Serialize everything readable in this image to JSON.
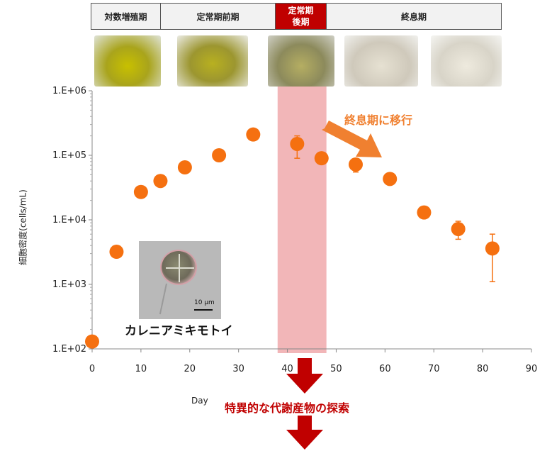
{
  "phases": [
    {
      "label": "対数増殖期",
      "highlight": false
    },
    {
      "label": "定常期前期",
      "highlight": false
    },
    {
      "label": "定常期\n後期",
      "highlight": true
    },
    {
      "label": "終息期",
      "highlight": false
    }
  ],
  "annotation": "終息期に移行",
  "organism_label": "カレニアミキモトイ",
  "scale_label": "10 μm",
  "search_text": "特異的な代謝産物の探索",
  "colors": {
    "points": "#f57010",
    "highlight": "#f2b6b8",
    "arrow_red": "#c00000",
    "arrow_orange": "#f08030"
  },
  "chart_data": {
    "type": "scatter",
    "xlabel": "Day",
    "ylabel": "細胞密度(cells/mL)",
    "x_ticks": [
      0,
      10,
      20,
      30,
      40,
      50,
      60,
      70,
      80,
      90
    ],
    "y_ticks": [
      "1.E+02",
      "1.E+03",
      "1.E+04",
      "1.E+05",
      "1.E+06"
    ],
    "xlim": [
      0,
      90
    ],
    "ylim": [
      100,
      1000000
    ],
    "y_scale": "log",
    "highlight_range": [
      38,
      48
    ],
    "points": [
      {
        "x": 0,
        "y": 130
      },
      {
        "x": 5,
        "y": 3200
      },
      {
        "x": 10,
        "y": 27000
      },
      {
        "x": 14,
        "y": 40000
      },
      {
        "x": 19,
        "y": 65000
      },
      {
        "x": 26,
        "y": 100000
      },
      {
        "x": 33,
        "y": 210000
      },
      {
        "x": 42,
        "y": 150000,
        "err_low": 90000,
        "err_high": 200000
      },
      {
        "x": 47,
        "y": 90000
      },
      {
        "x": 54,
        "y": 72000,
        "err_low": 55000,
        "err_high": 85000
      },
      {
        "x": 61,
        "y": 43000
      },
      {
        "x": 68,
        "y": 13000
      },
      {
        "x": 75,
        "y": 7200,
        "err_low": 5000,
        "err_high": 9500
      },
      {
        "x": 82,
        "y": 3600,
        "err_low": 1100,
        "err_high": 6000
      }
    ]
  }
}
